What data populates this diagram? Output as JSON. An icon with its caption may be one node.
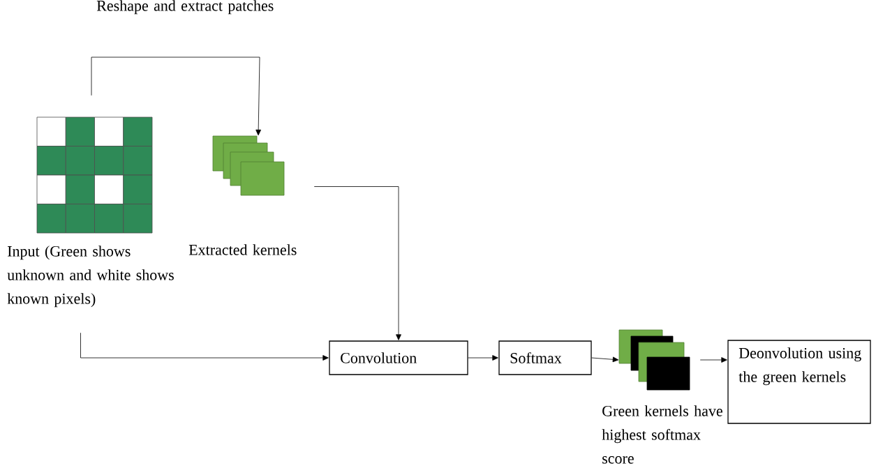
{
  "diagram": {
    "nodes": [
      {
        "text": [
          "Input (Green shows unknown and white shows known pixels)"
        ]
      },
      {
        "text": [
          "Extracted kernels"
        ]
      },
      {
        "text": [
          "Convolution"
        ]
      },
      {
        "text": [
          "Softmax"
        ]
      },
      {
        "text": [
          "Green kernels have highest softmax score"
        ]
      },
      {
        "text": [
          "Deonvolution using the green kernels"
        ]
      }
    ],
    "edges": [
      {
        "from": 0,
        "to": 1,
        "arrow": "to",
        "label": "Reshape and extract patches"
      },
      {
        "from": 1,
        "to": 2,
        "arrow": "to"
      },
      {
        "from": 0,
        "to": 2,
        "arrow": "to"
      },
      {
        "from": 2,
        "to": 3,
        "arrow": "to"
      },
      {
        "from": 3,
        "to": 4,
        "arrow": "to"
      },
      {
        "from": 4,
        "to": 5,
        "arrow": "to"
      }
    ]
  }
}
